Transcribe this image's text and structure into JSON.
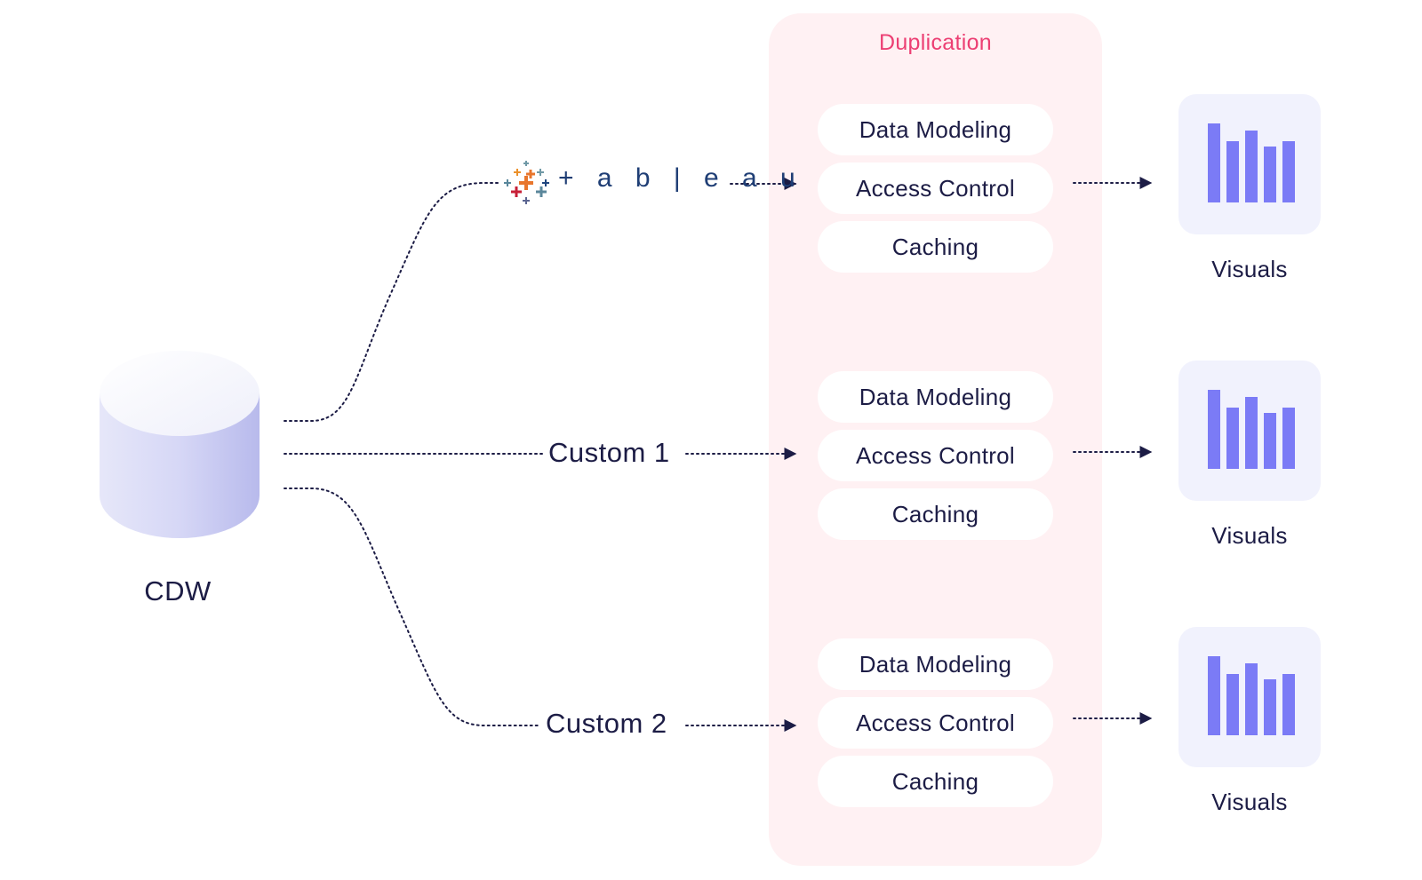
{
  "source": {
    "label": "CDW"
  },
  "tools": [
    {
      "id": "tableau",
      "label": "+ a b | e a u",
      "logo": true
    },
    {
      "id": "custom1",
      "label": "Custom 1"
    },
    {
      "id": "custom2",
      "label": "Custom 2"
    }
  ],
  "duplication": {
    "title": "Duplication",
    "groups": [
      {
        "items": [
          "Data Modeling",
          "Access Control",
          "Caching"
        ]
      },
      {
        "items": [
          "Data Modeling",
          "Access Control",
          "Caching"
        ]
      },
      {
        "items": [
          "Data Modeling",
          "Access Control",
          "Caching"
        ]
      }
    ]
  },
  "visuals": [
    {
      "label": "Visuals",
      "icon": "bar-chart-icon"
    },
    {
      "label": "Visuals",
      "icon": "bar-chart-icon"
    },
    {
      "label": "Visuals",
      "icon": "bar-chart-icon"
    }
  ],
  "colors": {
    "text": "#1c1c45",
    "duplication_accent": "#ec3f73",
    "duplication_panel": "#fff1f3",
    "bar": "#7b7bf6",
    "visual_card": "#f1f2fd",
    "cylinder_side": "#c9caf0",
    "tableau_text": "#1f3e75"
  }
}
